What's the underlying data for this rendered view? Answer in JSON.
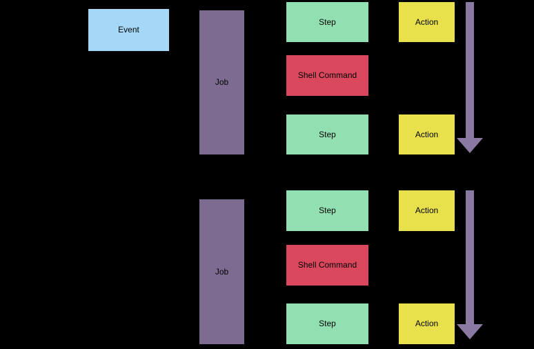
{
  "colors": {
    "background": "#000000",
    "event": "#a5d8f7",
    "job": "#7d6b92",
    "step": "#92e0b1",
    "shell_command": "#d9485d",
    "action": "#e8e14b",
    "arrow": "#8a7aa3",
    "label_text": "#000000"
  },
  "nodes": {
    "event": {
      "label": "Event"
    },
    "job1": {
      "label": "Job"
    },
    "job2": {
      "label": "Job"
    },
    "step1": {
      "label": "Step"
    },
    "shell_command1": {
      "label": "Shell Command"
    },
    "step2": {
      "label": "Step"
    },
    "step3": {
      "label": "Step"
    },
    "shell_command2": {
      "label": "Shell Command"
    },
    "step4": {
      "label": "Step"
    },
    "action1": {
      "label": "Action"
    },
    "action2": {
      "label": "Action"
    },
    "action3": {
      "label": "Action"
    },
    "action4": {
      "label": "Action"
    }
  }
}
